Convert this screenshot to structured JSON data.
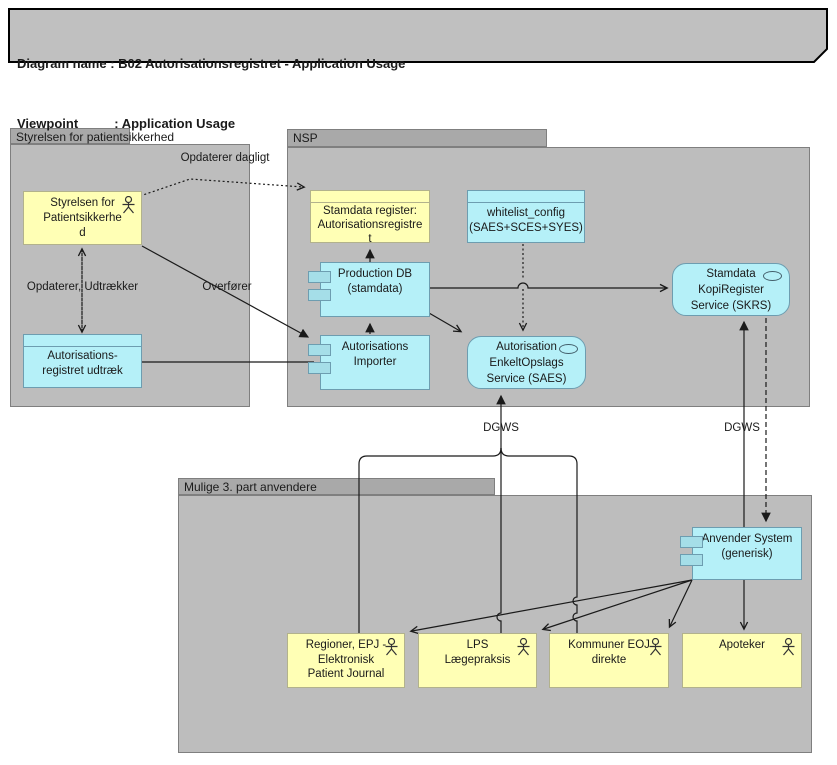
{
  "title": {
    "line1": "Diagram name : B02 Autorisationsregistret - Application Usage",
    "line2": "Viewpoint          : Application Usage"
  },
  "groups": {
    "styrelsen": {
      "label": "Styrelsen for patientsikkerhed"
    },
    "nsp": {
      "label": "NSP"
    },
    "mulige": {
      "label": "Mulige 3. part anvendere"
    }
  },
  "nodes": {
    "styrelsen_actor": {
      "label": "Styrelsen for\nPatientsikkerhe\nd",
      "type": "business-actor"
    },
    "udtraek": {
      "label": "Autorisations-\nregistret udtræk",
      "type": "data-object"
    },
    "stamdata_register": {
      "label": "Stamdata register:\nAutorisationsregistre\nt",
      "type": "data-object"
    },
    "whitelist": {
      "label": "whitelist_config\n(SAES+SCES+SYES)",
      "type": "data-object"
    },
    "production_db": {
      "label": "Production DB\n(stamdata)",
      "type": "application-component"
    },
    "importer": {
      "label": "Autorisations\nImporter",
      "type": "application-component"
    },
    "saes": {
      "label": "Autorisation\nEnkeltOpslags\nService (SAES)",
      "type": "application-service"
    },
    "skrs": {
      "label": "Stamdata\nKopiRegister\nService (SKRS)",
      "type": "application-service"
    },
    "anvender": {
      "label": "Anvender System\n(generisk)",
      "type": "application-component"
    },
    "regioner": {
      "label": "Regioner, EPJ -\nElektronisk\nPatient Journal",
      "type": "business-actor"
    },
    "lps": {
      "label": "LPS\nLægepraksis",
      "type": "business-actor"
    },
    "kommuner": {
      "label": "Kommuner EOJ\ndirekte",
      "type": "business-actor"
    },
    "apoteker": {
      "label": "Apoteker",
      "type": "business-actor"
    }
  },
  "edges": {
    "opdaterer_dagligt": {
      "label": "Opdaterer dagligt",
      "style": "dotted-open-arrow"
    },
    "opdaterer_udtraekker": {
      "label": "Opdaterer, Udtrækker",
      "style": "dotted-open-arrow-both-ends"
    },
    "overfoerer": {
      "label": "Overfører",
      "style": "solid-filled-arrow"
    },
    "dgws_left": {
      "label": "DGWS",
      "style": "solid-filled-arrow"
    },
    "dgws_right": {
      "label": "DGWS",
      "style": "solid-filled-arrow"
    }
  },
  "colors": {
    "group_body": "#bdbdbd",
    "group_tab": "#a9a9a9",
    "note_fill": "#c0c0c0",
    "actor_yellow_fill": "#ffffb5",
    "actor_yellow_border": "#b2b28c",
    "app_cyan_fill": "#b5f0f8",
    "app_cyan_border": "#6d9db0",
    "line": "#1a1a1a"
  }
}
